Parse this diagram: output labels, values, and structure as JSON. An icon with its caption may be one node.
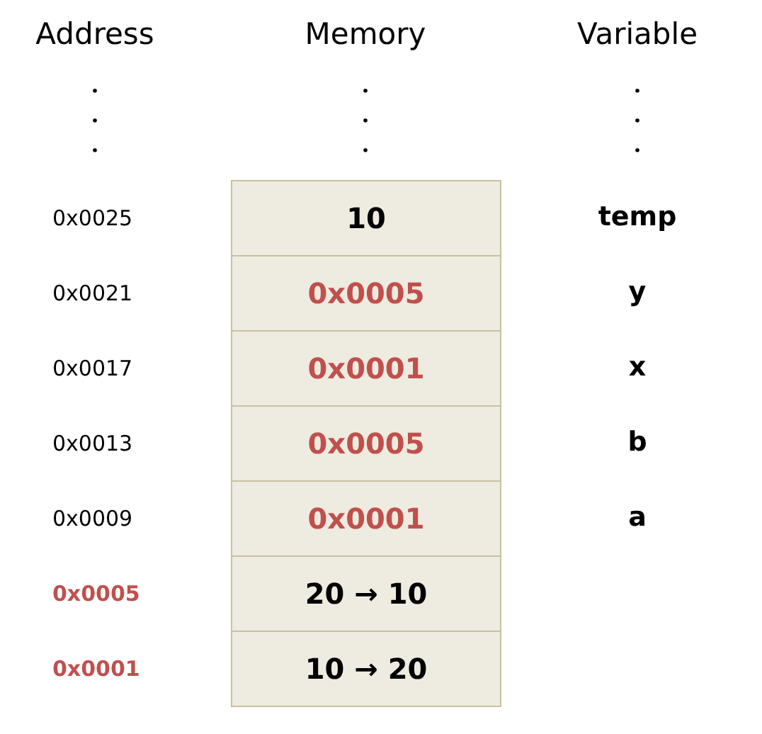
{
  "diagram": {
    "nodes": [
      {
        "text": [
          "10"
        ]
      },
      {
        "text": [
          "0x0005"
        ]
      },
      {
        "text": [
          "0x0001"
        ]
      },
      {
        "text": [
          "0x0005"
        ]
      },
      {
        "text": [
          "0x0001"
        ]
      },
      {
        "text": [
          "20 → 10"
        ]
      },
      {
        "text": [
          "10 → 20"
        ]
      }
    ],
    "edges": [],
    "labels": [
      "Address",
      "Memory",
      "Variable",
      "0x0025",
      "temp",
      "0x0021",
      "y",
      "0x0017",
      "x",
      "0x0013",
      "b",
      "0x0009",
      "a",
      "0x0005",
      "0x0001"
    ]
  }
}
